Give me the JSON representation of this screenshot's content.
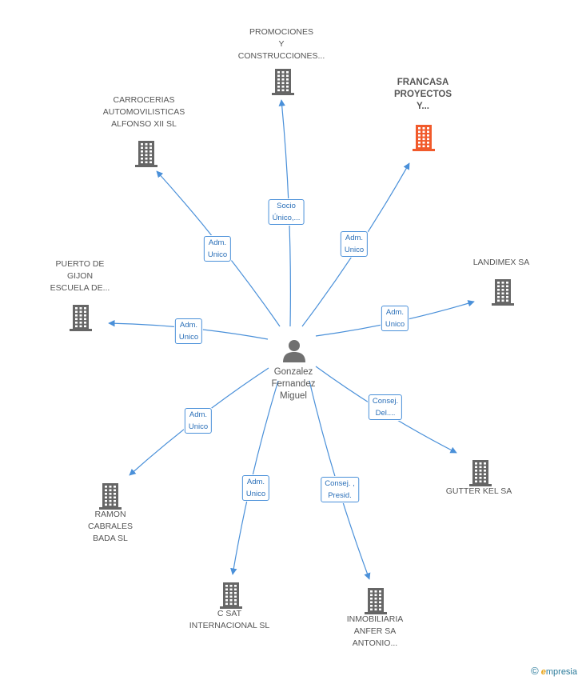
{
  "colors": {
    "edge": "#4a90d9",
    "building": "#666666",
    "building_highlight": "#f15a2b",
    "person": "#707070"
  },
  "center": {
    "label": "Gonzalez\nFernandez\nMiguel",
    "icon": "person-icon"
  },
  "nodes": [
    {
      "id": "promociones",
      "label": "PROMOCIONES\nY\nCONSTRUCCIONES...",
      "icon": "building-icon",
      "highlight": false,
      "edge_label": "Socio\nÚnico,..."
    },
    {
      "id": "francasa",
      "label": "FRANCASA\nPROYECTOS\nY...",
      "icon": "building-icon",
      "highlight": true,
      "edge_label": "Adm.\nUnico"
    },
    {
      "id": "carrocerias",
      "label": "CARROCERIAS\nAUTOMOVILISTICAS\nALFONSO XII SL",
      "icon": "building-icon",
      "highlight": false,
      "edge_label": "Adm.\nUnico"
    },
    {
      "id": "landimex",
      "label": "LANDIMEX SA",
      "icon": "building-icon",
      "highlight": false,
      "edge_label": "Adm.\nUnico"
    },
    {
      "id": "puerto",
      "label": "PUERTO DE\nGIJON\nESCUELA DE...",
      "icon": "building-icon",
      "highlight": false,
      "edge_label": "Adm.\nUnico"
    },
    {
      "id": "gutter",
      "label": "GUTTER KEL SA",
      "icon": "building-icon",
      "highlight": false,
      "edge_label": "Consej.\nDel...."
    },
    {
      "id": "ramon",
      "label": "RAMON\nCABRALES\nBADA SL",
      "icon": "building-icon",
      "highlight": false,
      "edge_label": "Adm.\nUnico"
    },
    {
      "id": "csat",
      "label": "C SAT\nINTERNACIONAL SL",
      "icon": "building-icon",
      "highlight": false,
      "edge_label": "Adm.\nUnico"
    },
    {
      "id": "inmobiliaria",
      "label": "INMOBILIARIA\nANFER SA\nANTONIO...",
      "icon": "building-icon",
      "highlight": false,
      "edge_label": "Consej. ,\nPresid."
    }
  ],
  "footer": {
    "copyright_symbol": "©",
    "brand_initial": "e",
    "brand_rest": "mpresia"
  }
}
